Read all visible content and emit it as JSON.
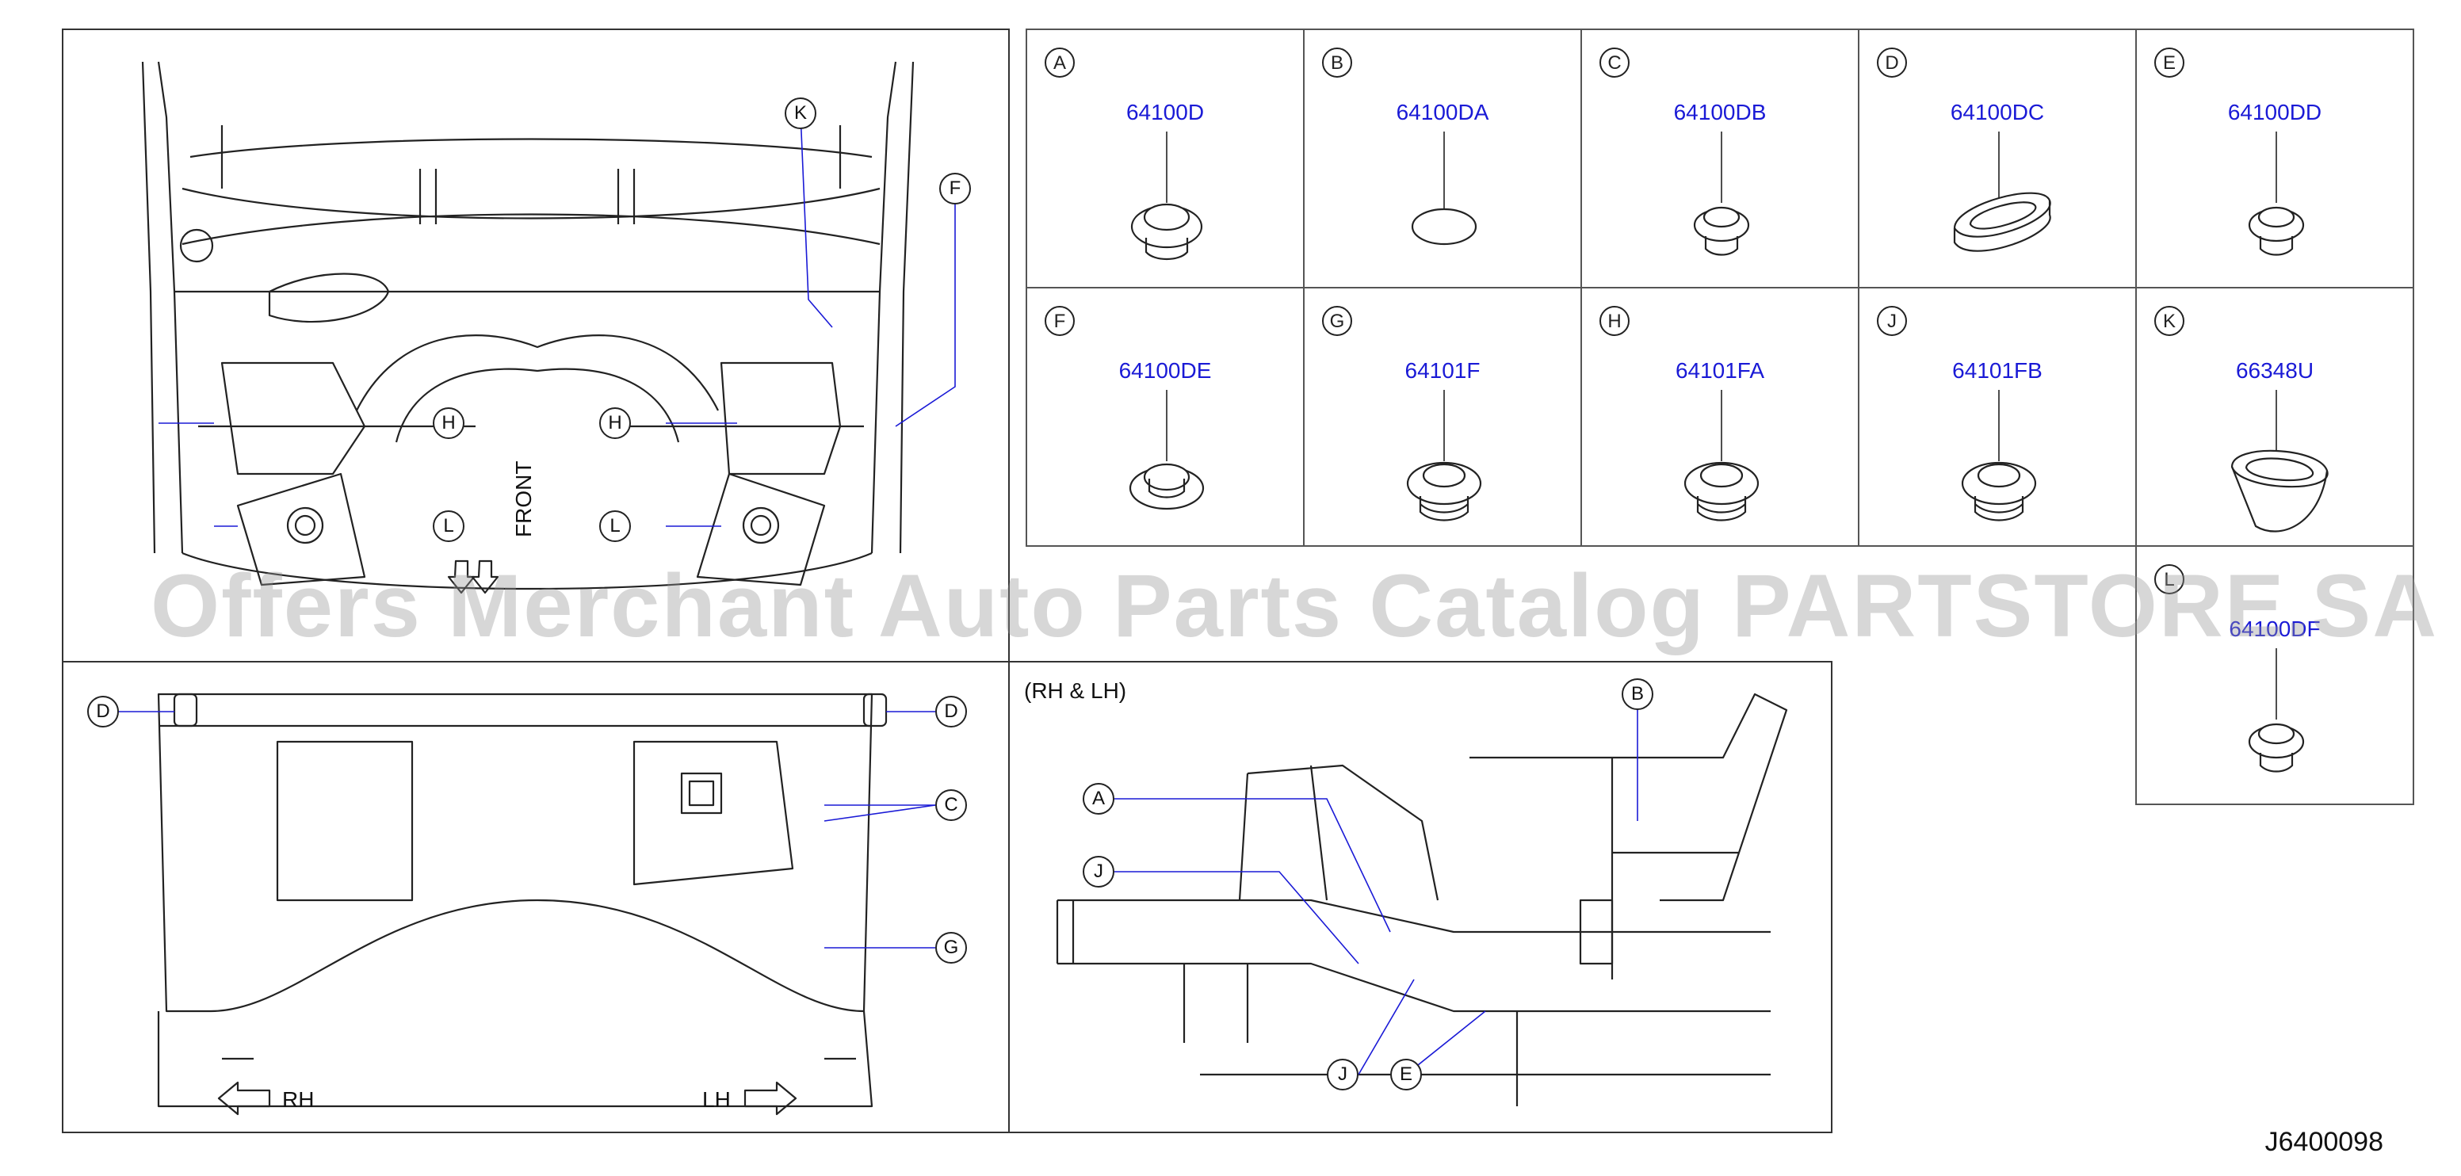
{
  "parts_legend": [
    {
      "letter": "A",
      "part_number": "64100D",
      "shape": "round-plug-a"
    },
    {
      "letter": "B",
      "part_number": "64100DA",
      "shape": "flat-oval"
    },
    {
      "letter": "C",
      "part_number": "64100DB",
      "shape": "small-plug"
    },
    {
      "letter": "D",
      "part_number": "64100DC",
      "shape": "oval-grommet"
    },
    {
      "letter": "E",
      "part_number": "64100DD",
      "shape": "small-plug"
    },
    {
      "letter": "F",
      "part_number": "64100DE",
      "shape": "flange-plug"
    },
    {
      "letter": "G",
      "part_number": "64101F",
      "shape": "ribbed-plug"
    },
    {
      "letter": "H",
      "part_number": "64101FA",
      "shape": "ribbed-plug"
    },
    {
      "letter": "J",
      "part_number": "64101FB",
      "shape": "ribbed-plug"
    },
    {
      "letter": "K",
      "part_number": "66348U",
      "shape": "oval-grommet-tall"
    },
    {
      "letter": "L",
      "part_number": "64100DF",
      "shape": "small-plug"
    }
  ],
  "top_left_view": {
    "callouts": [
      "K",
      "F",
      "H",
      "H",
      "L",
      "L"
    ],
    "front_label": "FRONT"
  },
  "bottom_left_view": {
    "callouts": [
      "D",
      "D",
      "C",
      "G"
    ],
    "rh_label": "RH",
    "lh_label": "LH"
  },
  "side_view": {
    "title": "(RH  &  LH)",
    "callouts": [
      "A",
      "B",
      "J",
      "J",
      "E"
    ]
  },
  "watermark": "Offers Merchant Auto Parts Catalog PARTSTORE.SA",
  "diagram_code": "J6400098"
}
